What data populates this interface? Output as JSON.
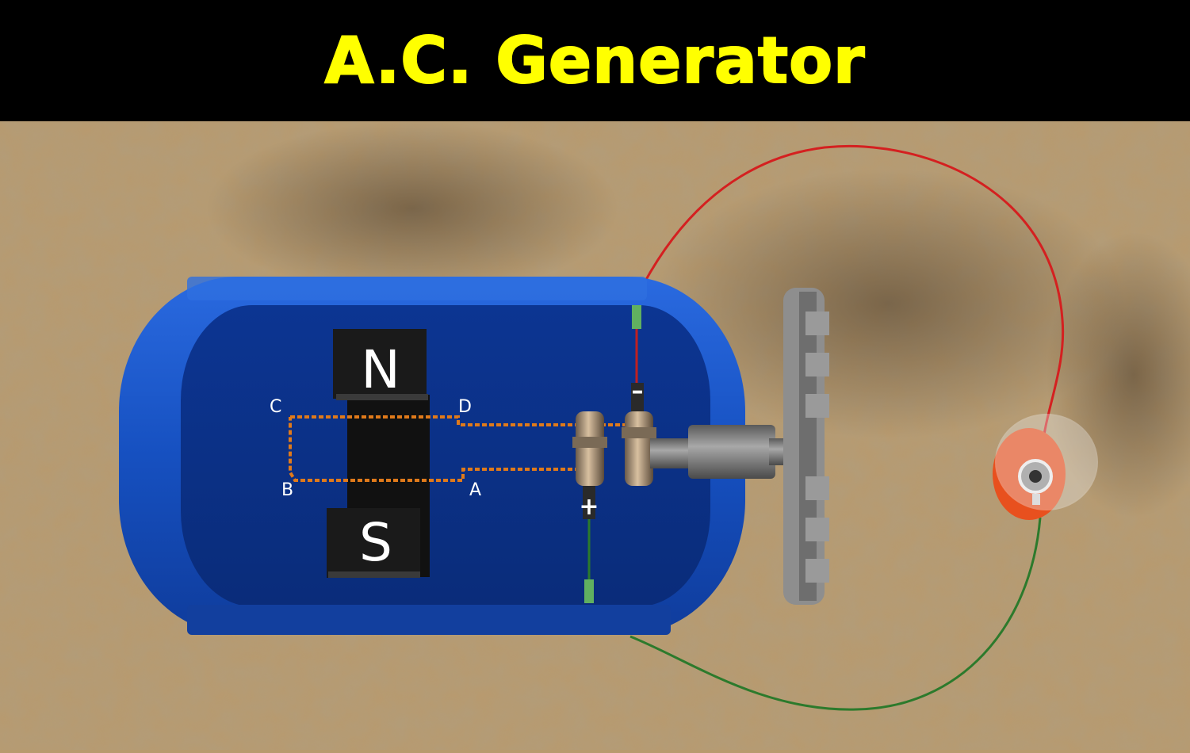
{
  "title": "A.C. Generator",
  "colors": {
    "title_text": "#ffff00",
    "title_bg": "#000000",
    "ground": "#b89a6e",
    "housing": "#1a56c8",
    "magnet": "#111111",
    "coil": "#e07a1a",
    "wire_positive": "#2c7a2c",
    "wire_negative": "#d42020",
    "bulb_base": "#e8501e"
  },
  "magnet": {
    "north_label": "N",
    "south_label": "S"
  },
  "coil": {
    "corner_a": "A",
    "corner_b": "B",
    "corner_c": "C",
    "corner_d": "D"
  },
  "terminals": {
    "positive": "+",
    "negative": "–"
  },
  "icons": [
    "bar-magnet-icon",
    "coil-icon",
    "slip-ring-icon",
    "hand-wheel-icon",
    "bulb-icon"
  ]
}
